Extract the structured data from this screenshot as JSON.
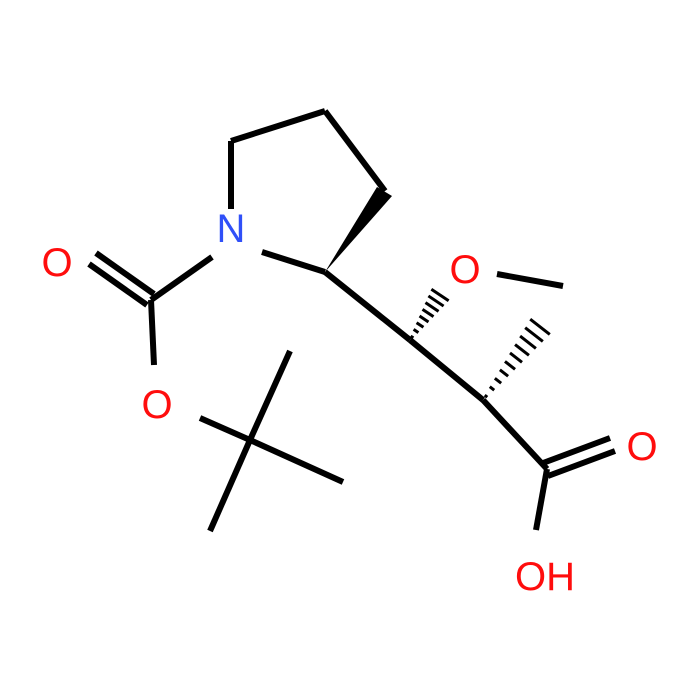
{
  "molecule": {
    "atom_labels": {
      "nitrogen": "N",
      "carbonyl_oxygen_boc": "O",
      "ester_oxygen_boc": "O",
      "methoxy_oxygen": "O",
      "acid_carbonyl_oxygen": "O",
      "acid_hydroxyl": "OH"
    },
    "colors": {
      "bond": "#000000",
      "nitrogen": "#3050F8",
      "oxygen": "#FF0D0D",
      "background": "#FFFFFF"
    }
  }
}
